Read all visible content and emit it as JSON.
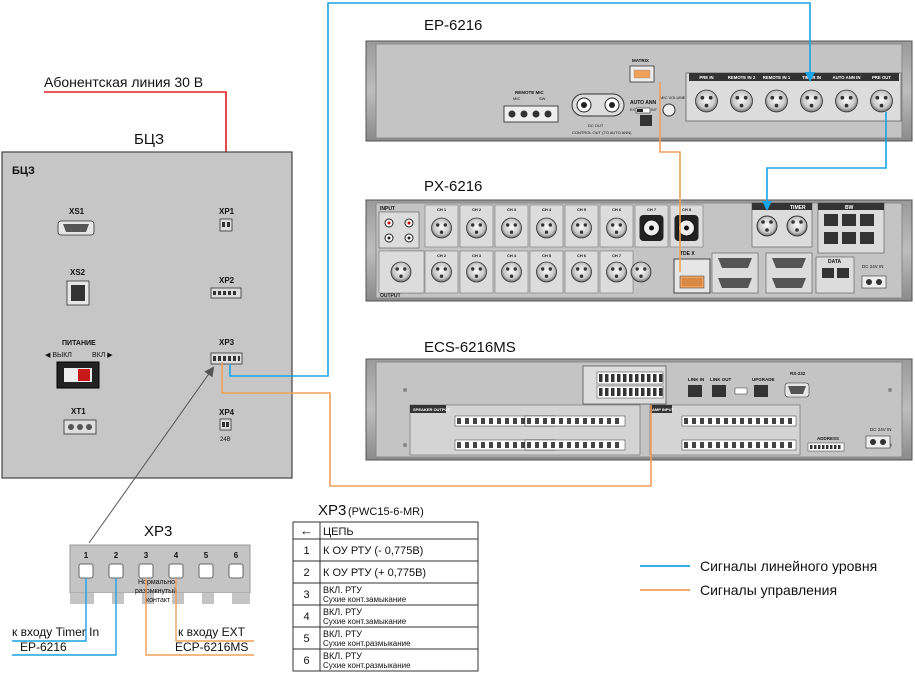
{
  "subscriber_line": "Абонентская линия 30 В",
  "bcz": {
    "caption": "БЦЗ",
    "panel_title": "БЦЗ",
    "xs1": "XS1",
    "xs2": "XS2",
    "xp1": "XP1",
    "xp2": "XP2",
    "xp3": "XP3",
    "xp4": "XP4",
    "xt1": "XT1",
    "power": "ПИТАНИЕ",
    "off": "◀ ВЫКЛ",
    "on": "ВКЛ ▶",
    "voltage": "24В"
  },
  "ep": {
    "title": "EP-6216",
    "ports": [
      "PRE IN",
      "REMOTE IN 2",
      "REMOTE IN 1",
      "TIMER IN",
      "AUTO ANN IN",
      "PRE OUT"
    ],
    "remote_mic": "REMOTE MIC",
    "mic": "MIC",
    "sw": "SW",
    "matrix": "MATRIX",
    "auto_ann": "AUTO ANN",
    "dc_out": "DC OUT",
    "control_out": "CONTROL OUT (TO AUTO ANN)",
    "ext": "EXT",
    "int": "INT",
    "volume": "MIC VOLUME"
  },
  "px": {
    "title": "PX-6216",
    "channels": [
      "CH 1",
      "CH 2",
      "CH 3",
      "CH 4",
      "CH 5",
      "CH 6",
      "CH 7",
      "CH 8"
    ],
    "input": "INPUT",
    "output": "OUTPUT",
    "tdex": "TDE X",
    "timer": "TIMER",
    "bw": "BW",
    "data": "DATA",
    "dc": "DC 24V IN"
  },
  "ecs": {
    "title": "ECS-6216MS",
    "speaker_output": "SPEAKER OUTPUT",
    "amp_input": "AMP INPUT",
    "link_in": "LINK IN",
    "link_out": "LINK OUT",
    "upgrade": "UPGRADE",
    "rs232": "RS-232",
    "address": "ADDRESS",
    "dc": "DC 24V IN"
  },
  "xp3_connector": {
    "title": "XP3",
    "pins": [
      "1",
      "2",
      "3",
      "4",
      "5",
      "6"
    ],
    "note": "Нормально разомкнутый контакт",
    "left_label_1": "к входу Timer In",
    "left_label_2": "EP-6216",
    "right_label_1": "к входу EXT",
    "right_label_2": "ECP-6216MS"
  },
  "pin_table": {
    "title": "XP3",
    "subtitle": "(PWC15-6-MR)",
    "header": "ЦЕПЬ",
    "arrow": "←",
    "rows": [
      {
        "num": "1",
        "main": "К ОУ РТУ (- 0,775В)",
        "sub": ""
      },
      {
        "num": "2",
        "main": "К ОУ РТУ (+ 0,775В)",
        "sub": ""
      },
      {
        "num": "3",
        "main": "ВКЛ. РТУ",
        "sub": "Сухие конт.замыкание"
      },
      {
        "num": "4",
        "main": "ВКЛ. РТУ",
        "sub": "Сухие конт.замыкание"
      },
      {
        "num": "5",
        "main": "ВКЛ. РТУ",
        "sub": "Сухие конт.размыкание"
      },
      {
        "num": "6",
        "main": "ВКЛ. РТУ",
        "sub": "Сухие конт.размыкание"
      }
    ]
  },
  "legend": [
    {
      "label": "Сигналы линейного уровня",
      "color": "#1aa3e8"
    },
    {
      "label": "Сигналы управления",
      "color": "#f0a05a"
    }
  ],
  "colors": {
    "line_level": "#1aa3e8",
    "control": "#f0a05a",
    "power_line": "#e02020"
  }
}
